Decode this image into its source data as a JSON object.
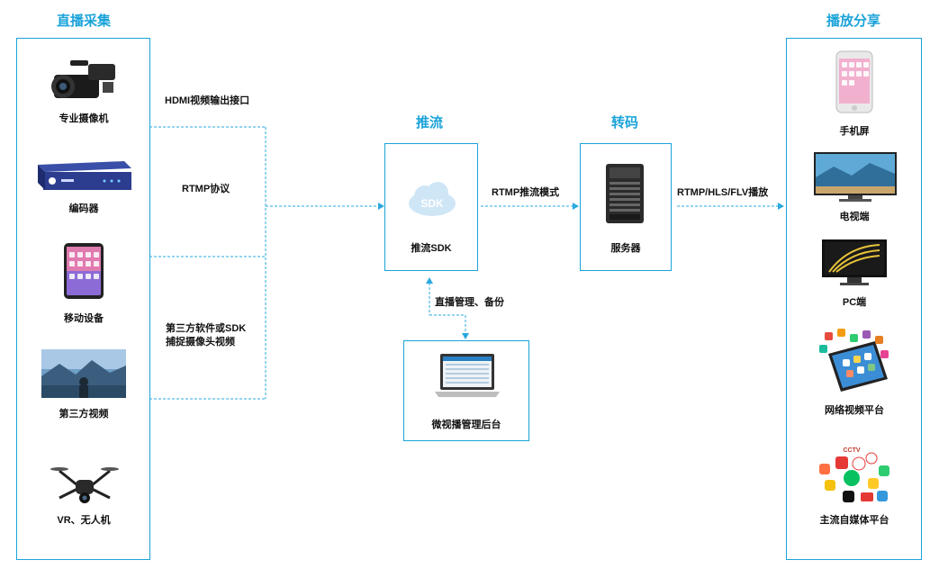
{
  "sections": {
    "capture_title": "直播采集",
    "push_title": "推流",
    "transcode_title": "转码",
    "play_title": "播放分享"
  },
  "capture_devices": [
    {
      "label": "专业摄像机",
      "icon": "camcorder-icon"
    },
    {
      "label": "编码器",
      "icon": "encoder-icon"
    },
    {
      "label": "移动设备",
      "icon": "tablet-icon"
    },
    {
      "label": "第三方视频",
      "icon": "video-thumbnail-icon"
    },
    {
      "label": "VR、无人机",
      "icon": "drone-icon"
    }
  ],
  "input_labels": {
    "hdmi": "HDMI视频输出接口",
    "rtmp": "RTMP协议",
    "third_party_line1": "第三方软件或SDK",
    "third_party_line2": "捕捉摄像头视频"
  },
  "push_box": {
    "label": "推流SDK",
    "icon": "sdk-cloud-icon",
    "icon_text": "SDK"
  },
  "push_to_server_label": "RTMP推流模式",
  "server_box": {
    "label": "服务器",
    "icon": "server-tower-icon"
  },
  "server_to_play_label": "RTMP/HLS/FLV播放",
  "admin_link_label": "直播管理、备份",
  "admin_box": {
    "label": "微视播管理后台",
    "icon": "laptop-icon"
  },
  "play_targets": [
    {
      "label": "手机屏",
      "icon": "smartphone-icon"
    },
    {
      "label": "电视端",
      "icon": "tv-icon"
    },
    {
      "label": "PC端",
      "icon": "monitor-icon"
    },
    {
      "label": "网络视频平台",
      "icon": "phone-apps-icon"
    },
    {
      "label": "主流自媒体平台",
      "icon": "social-apps-icon"
    }
  ],
  "colors": {
    "accent": "#1aa3d9",
    "line": "#29a8e0"
  }
}
